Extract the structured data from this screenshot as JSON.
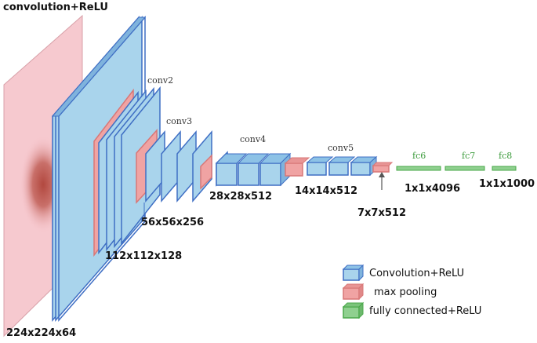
{
  "title": "convolution+ReLU",
  "stage_labels": {
    "conv2": "conv2",
    "conv3": "conv3",
    "conv4": "conv4",
    "conv5": "conv5",
    "fc6": "fc6",
    "fc7": "fc7",
    "fc8": "fc8"
  },
  "dimensions": {
    "d224": "224x224x64",
    "d112": "112x112x128",
    "d56": "56x56x256",
    "d28": "28x28x512",
    "d14": "14x14x512",
    "d7": "7x7x512",
    "d4096": "1x1x4096",
    "d1000": "1x1x1000"
  },
  "legend": {
    "conv": "Convolution+ReLU",
    "pool": "max pooling",
    "fc": "fully connected+ReLU"
  },
  "colors": {
    "conv_fill": "#a9d4ec",
    "conv_edge": "#3f6fc4",
    "pool_fill": "#f0a3a3",
    "pool_edge": "#d87777",
    "fc_fill": "#8fd08f",
    "fc_edge": "#4aa84a",
    "input_fill": "#f7c5cc"
  }
}
